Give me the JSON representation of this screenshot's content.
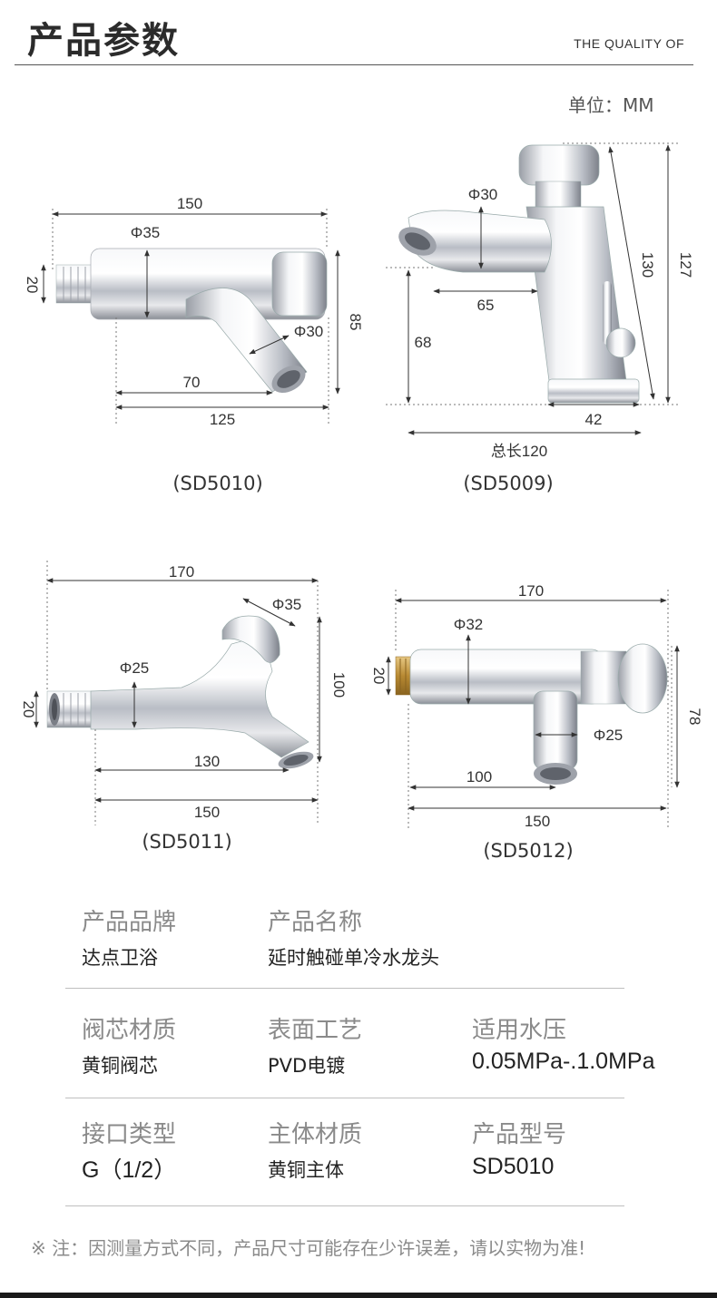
{
  "header": {
    "title": "产品参数",
    "subtitle": "THE QUALITY OF",
    "unit": "单位：MM"
  },
  "diagrams": {
    "sd5010": {
      "model": "(SD5010)",
      "d_len_top": "150",
      "d_pipe": "Φ35",
      "d_thread": "20",
      "d_height": "85",
      "d_outlet": "Φ30",
      "d_reach": "70",
      "d_base": "125"
    },
    "sd5009": {
      "model": "(SD5009)",
      "d_spout": "Φ30",
      "d_reach": "65",
      "d_spout_h": "68",
      "d_diag": "130",
      "d_height": "127",
      "d_base": "42",
      "d_total": "总长120"
    },
    "sd5011": {
      "model": "(SD5011)",
      "d_len_top": "170",
      "d_head": "Φ35",
      "d_pipe": "Φ25",
      "d_thread": "20",
      "d_height": "100",
      "d_reach": "130",
      "d_base": "150"
    },
    "sd5012": {
      "model": "(SD5012)",
      "d_len_top": "170",
      "d_pipe": "Φ32",
      "d_thread": "20",
      "d_height": "78",
      "d_outlet": "Φ25",
      "d_reach": "100",
      "d_base": "150"
    }
  },
  "specs": {
    "brand_label": "产品品牌",
    "brand_value": "达点卫浴",
    "name_label": "产品名称",
    "name_value": "延时触碰单冷水龙头",
    "core_label": "阀芯材质",
    "core_value": "黄铜阀芯",
    "surface_label": "表面工艺",
    "surface_value": "PVD电镀",
    "pressure_label": "适用水压",
    "pressure_value": "0.05MPa-.1.0MPa",
    "port_label": "接口类型",
    "port_value": "G（1/2）",
    "body_label": "主体材质",
    "body_value": "黄铜主体",
    "model_label": "产品型号",
    "model_value": "SD5010"
  },
  "note": "※ 注：因测量方式不同，产品尺寸可能存在少许误差，请以实物为准!",
  "colors": {
    "chrome_light": "#f4f4f6",
    "chrome_mid": "#c9ccd2",
    "chrome_dark": "#7a7e86",
    "brass": "#c8a04a"
  }
}
